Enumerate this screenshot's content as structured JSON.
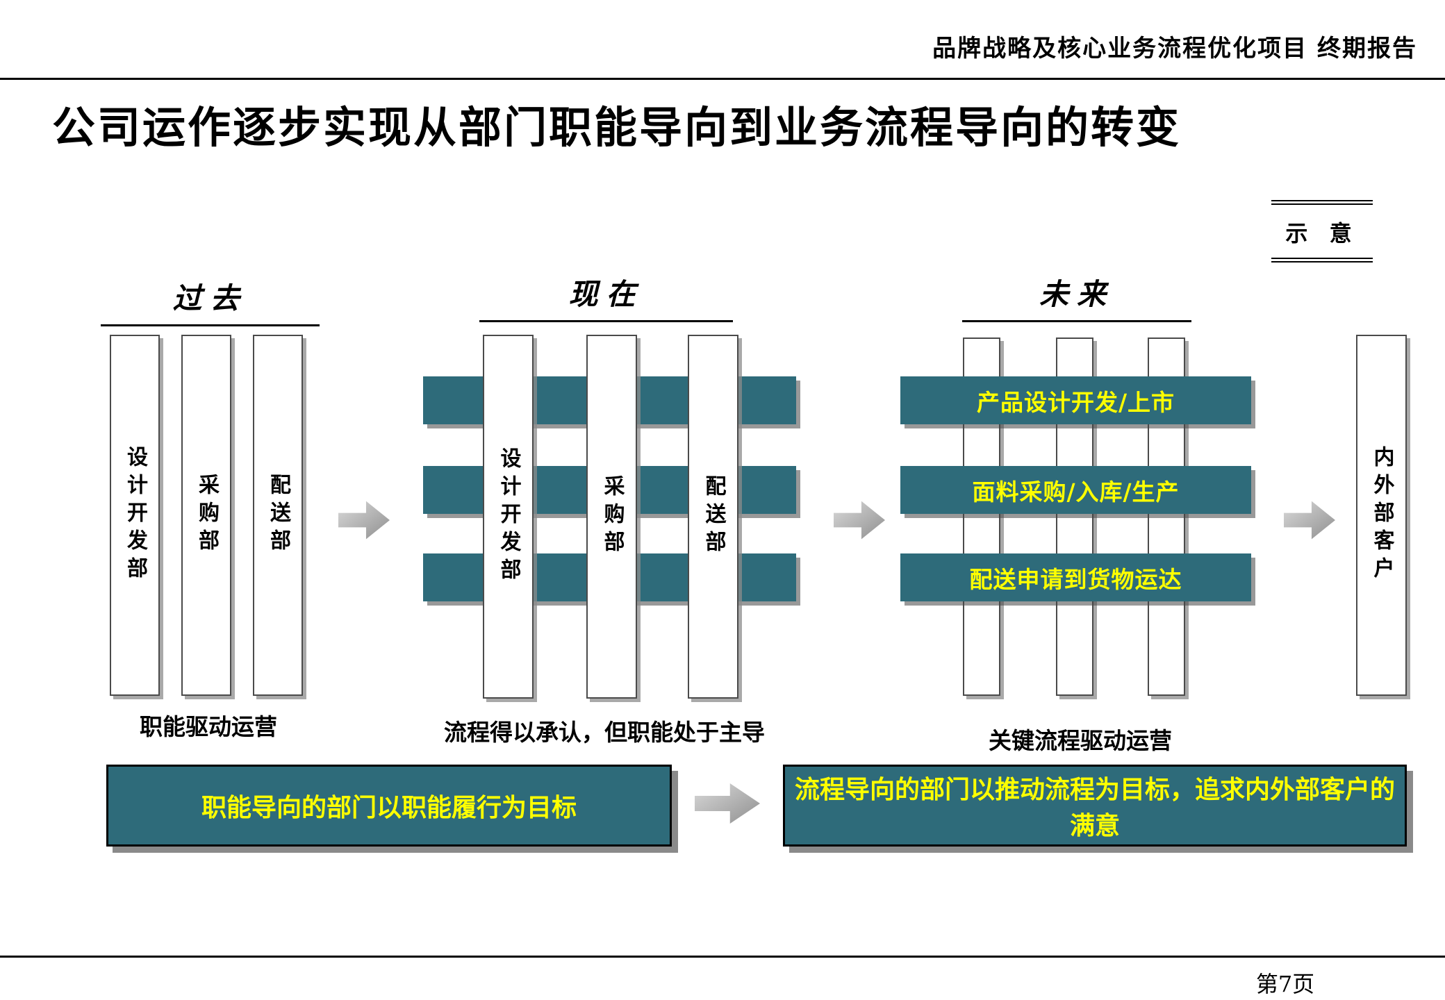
{
  "header": {
    "project_title": "品牌战略及核心业务流程优化项目  终期报告"
  },
  "title": "公司运作逐步实现从部门职能导向到业务流程导向的转变",
  "legend": {
    "label": "示 意"
  },
  "sections": {
    "past": {
      "header": "过去",
      "departments": [
        "设计开发部",
        "采购部",
        "配送部"
      ],
      "caption": "职能驱动运营"
    },
    "present": {
      "header": "现在",
      "departments": [
        "设计开发部",
        "采购部",
        "配送部"
      ],
      "caption": "流程得以承认，但职能处于主导"
    },
    "future": {
      "header": "未来",
      "processes": [
        "产品设计开发/上市",
        "面料采购/入库/生产",
        "配送申请到货物运达"
      ],
      "caption": "关键流程驱动运营"
    }
  },
  "customer_label": "内外部客户",
  "bottom": {
    "left_box": "职能导向的部门以职能履行为目标",
    "right_box": "流程导向的部门以推动流程为目标，追求内外部客户的满意"
  },
  "footer": {
    "page_number": "第7页"
  },
  "colors": {
    "teal": "#2e6b7a",
    "yellow": "#ffff00",
    "arrow-light": "#d9d9d9",
    "arrow-dark": "#8f8f8f"
  }
}
